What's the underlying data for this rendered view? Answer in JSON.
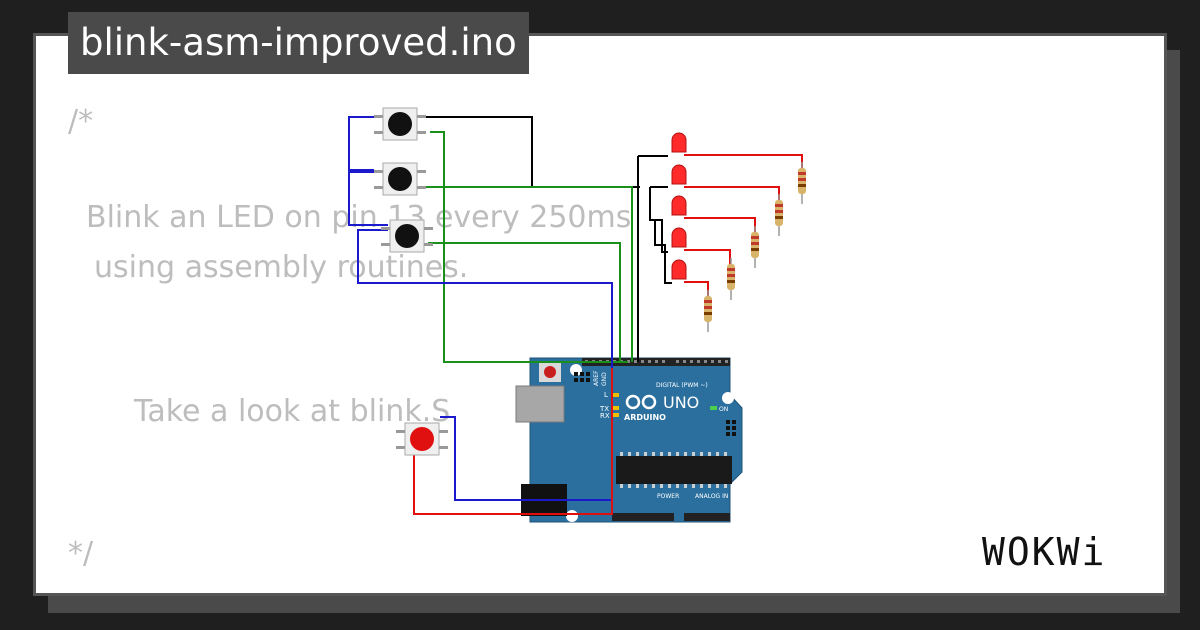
{
  "title": "blink-asm-improved.ino",
  "code": {
    "open_comment": "/*",
    "line1": "Blink an LED on pin 13 every 250ms",
    "line2": "using assembly routines.",
    "line3": "Take a look at blink.S",
    "close_comment": "*/"
  },
  "board": {
    "brand": "ARDUINO",
    "model": "UNO",
    "digital_label": "DIGITAL (PWM ~)",
    "power_label": "POWER",
    "analog_label": "ANALOG IN",
    "on_label": "ON",
    "aref": "AREF",
    "gnd": "GND",
    "tx": "TX",
    "rx": "RX",
    "l": "L"
  },
  "logo": "WOKWi",
  "colors": {
    "wire_black": "#000000",
    "wire_green": "#1a8f1a",
    "wire_blue": "#1a1acc",
    "wire_red": "#e01010",
    "board_blue": "#2a6f9e",
    "led_red": "#ff2a2a"
  }
}
